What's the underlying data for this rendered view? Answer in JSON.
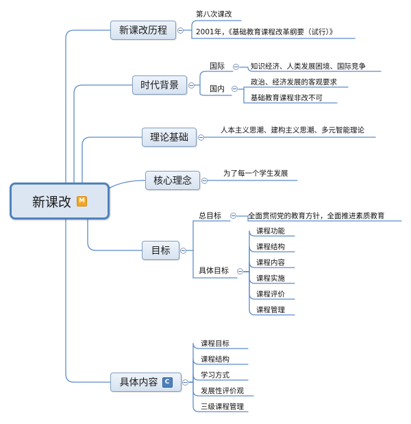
{
  "root": {
    "label": "新课改",
    "marker": "M",
    "marker_color": "#f5a623"
  },
  "branches": {
    "history": {
      "label": "新课改历程",
      "items": [
        "第八次课改",
        "2001年，《基础教育课程改革纲要（试行）》"
      ]
    },
    "background": {
      "label": "时代背景",
      "international": {
        "label": "国际",
        "items": [
          "知识经济、人类发展困境、国际竞争"
        ]
      },
      "domestic": {
        "label": "国内",
        "items": [
          "政治、经济发展的客观要求",
          "基础教育课程非改不可"
        ]
      }
    },
    "theory": {
      "label": "理论基础",
      "items": [
        "人本主义思潮、建构主义思潮、多元智能理论"
      ]
    },
    "concept": {
      "label": "核心理念",
      "items": [
        "为了每一个学生发展"
      ]
    },
    "goals": {
      "label": "目标",
      "overall": {
        "label": "总目标",
        "items": [
          "全面贯彻党的教育方针，全面推进素质教育"
        ]
      },
      "specific": {
        "label": "具体目标",
        "items": [
          "课程功能",
          "课程结构",
          "课程内容",
          "课程实施",
          "课程评价",
          "课程管理"
        ]
      }
    },
    "content": {
      "label": "具体内容",
      "marker": "C",
      "marker_color": "#4f81bd",
      "items": [
        "课程目标",
        "课程结构",
        "学习方式",
        "发展性评价观",
        "三级课程管理"
      ]
    }
  },
  "colors": {
    "line": "#5b8bc9",
    "node_border": "#7f9cc0",
    "node_fill": "#dce6f2"
  }
}
